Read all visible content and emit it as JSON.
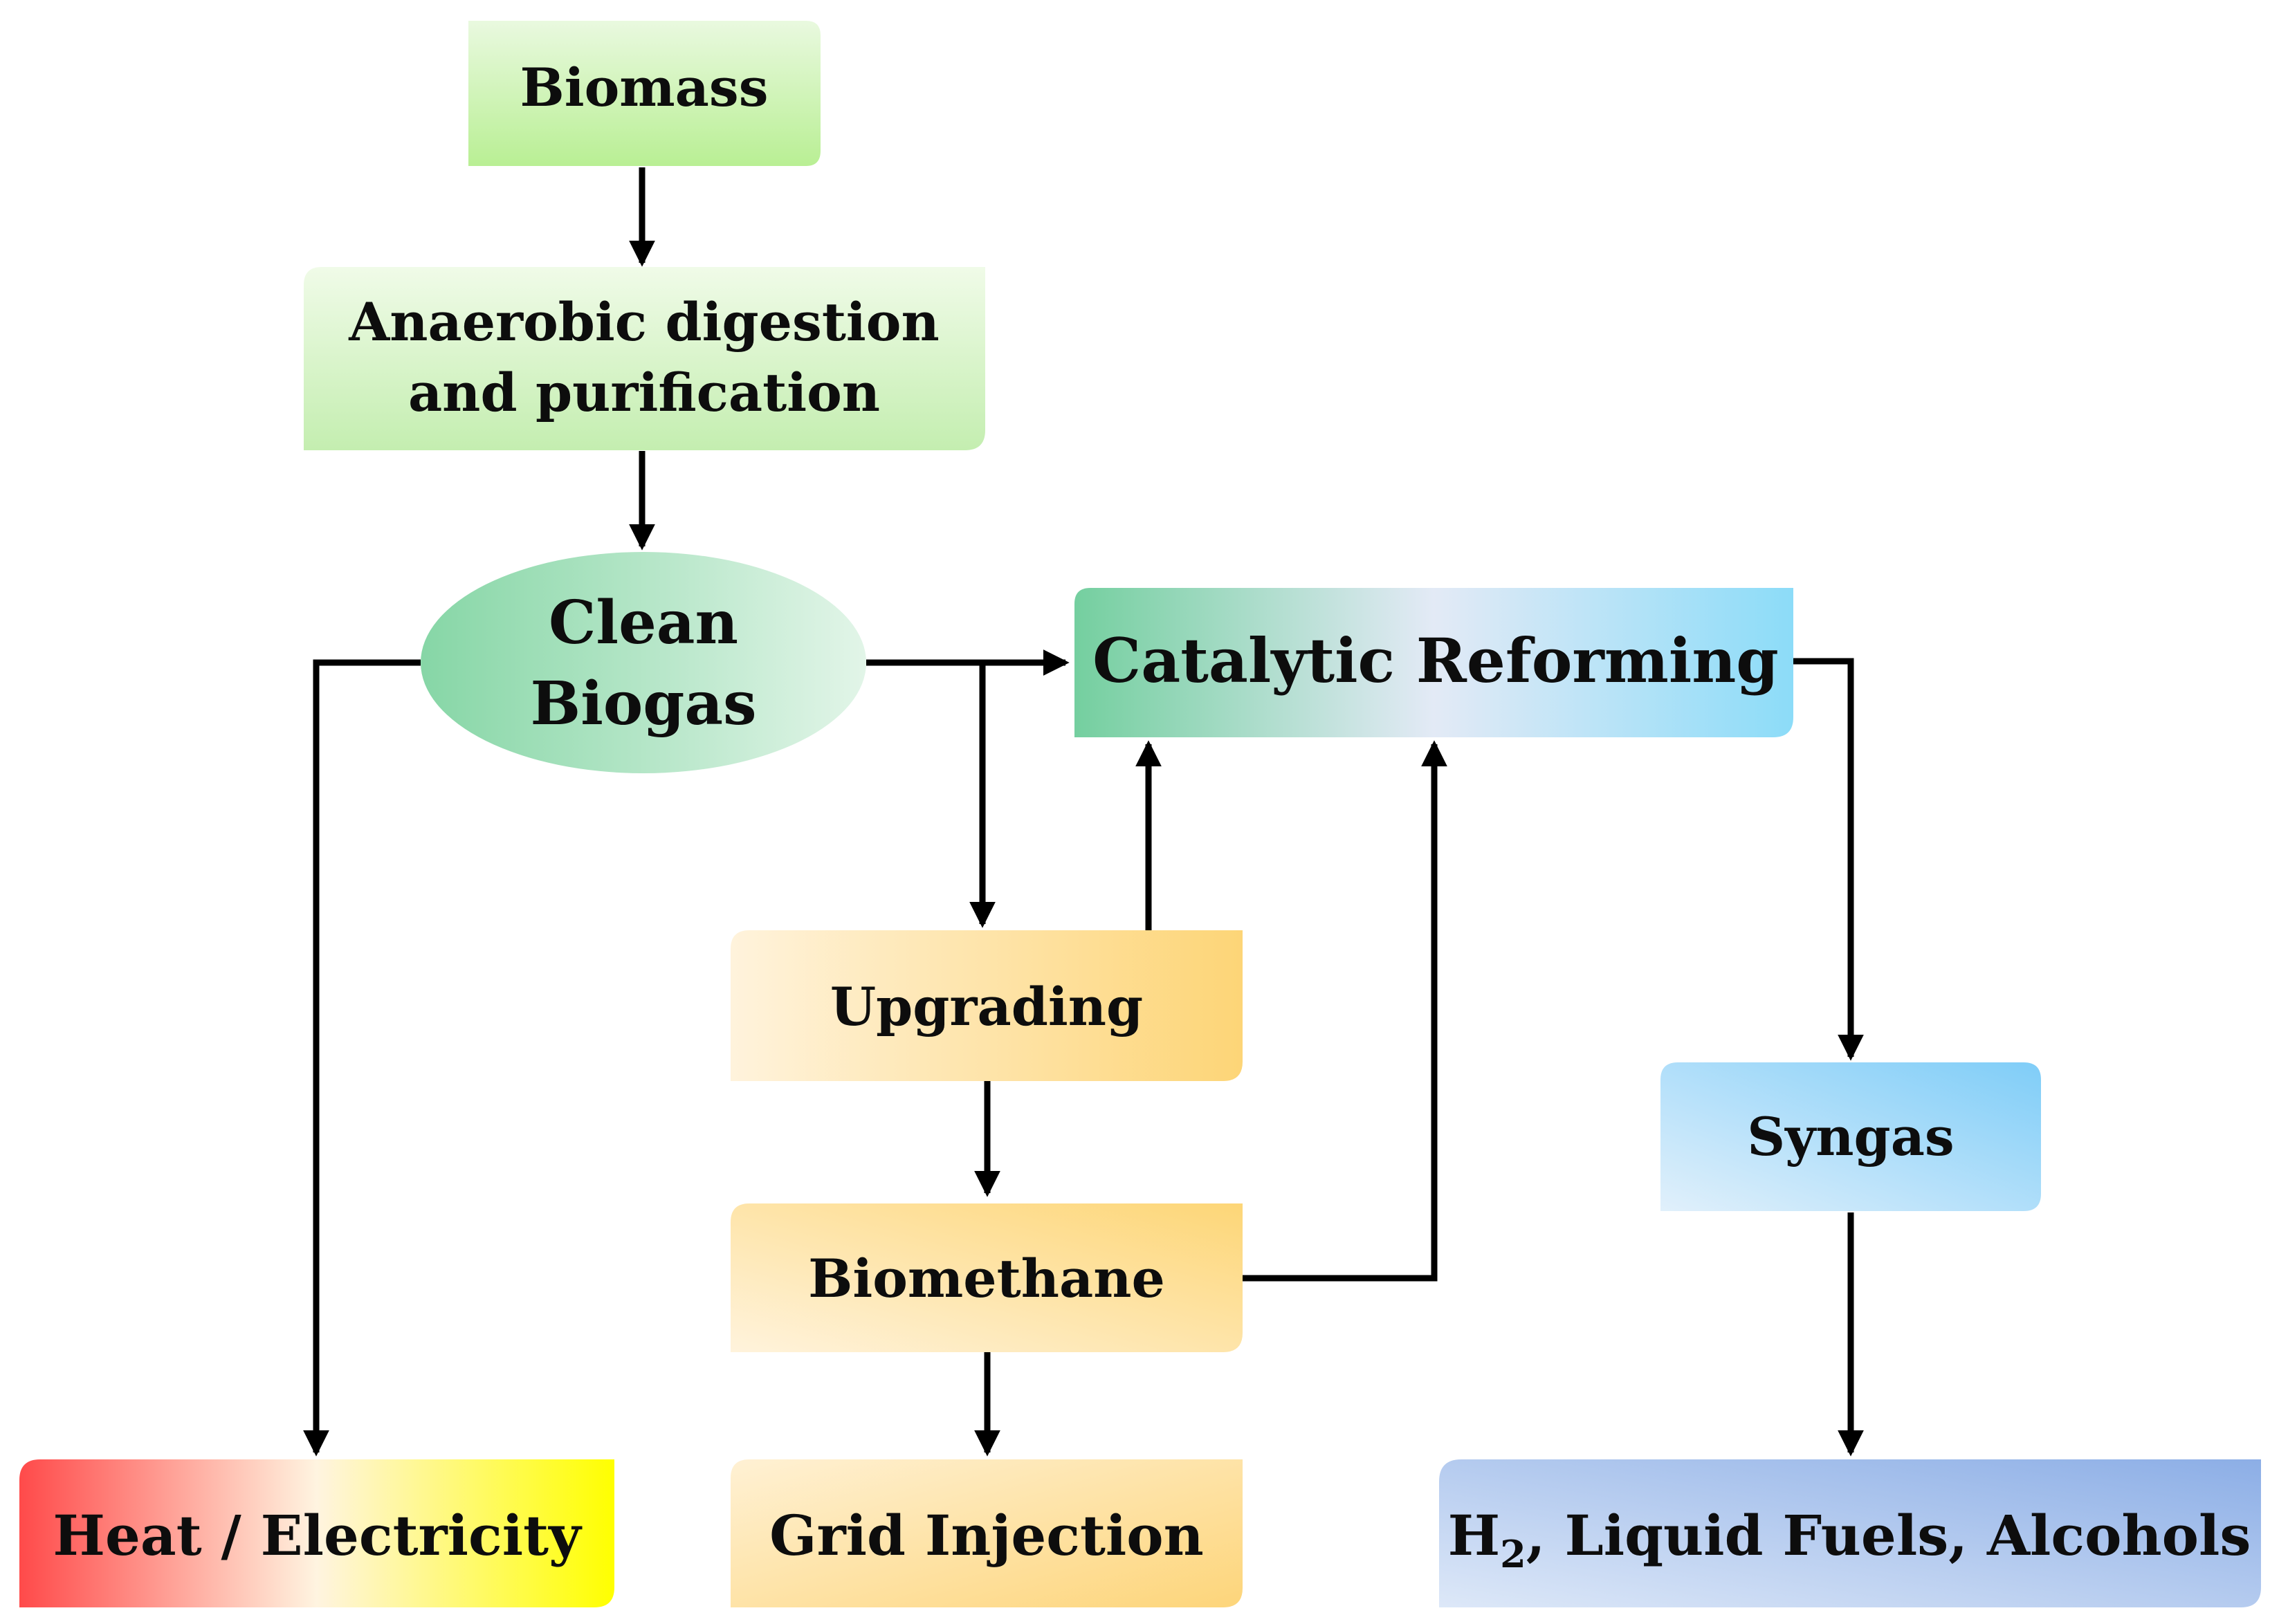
{
  "nodes": {
    "biomass": {
      "label": "Biomass"
    },
    "anaerobic": {
      "line1": "Anaerobic digestion",
      "line2": "and purification"
    },
    "clean_biogas": {
      "line1": "Clean",
      "line2": "Biogas"
    },
    "catalytic_reforming": {
      "label": "Catalytic Reforming"
    },
    "upgrading": {
      "label": "Upgrading"
    },
    "biomethane": {
      "label": "Biomethane"
    },
    "syngas": {
      "label": "Syngas"
    },
    "heat_electricity": {
      "label": "Heat / Electricity"
    },
    "grid_injection": {
      "label": "Grid Injection"
    },
    "h2_fuels": {
      "prefix": "H",
      "subscript": "2",
      "suffix": ", Liquid Fuels, Alcohols"
    }
  },
  "colors": {
    "green_light": "#e6f8da",
    "green": "#bdf29a",
    "mint": "#7dd3a6",
    "sky": "#8fdcf8",
    "orange_light": "#fff1d8",
    "orange": "#fdd77a",
    "red": "#ff4b4b",
    "yellow": "#ffff00",
    "blue_light": "#d8e5f6",
    "blue": "#8eaee6"
  },
  "edges": [
    {
      "from": "biomass",
      "to": "anaerobic"
    },
    {
      "from": "anaerobic",
      "to": "clean_biogas"
    },
    {
      "from": "clean_biogas",
      "to": "catalytic_reforming"
    },
    {
      "from": "clean_biogas",
      "to": "upgrading"
    },
    {
      "from": "clean_biogas",
      "to": "heat_electricity"
    },
    {
      "from": "upgrading",
      "to": "catalytic_reforming"
    },
    {
      "from": "upgrading",
      "to": "biomethane"
    },
    {
      "from": "biomethane",
      "to": "catalytic_reforming"
    },
    {
      "from": "biomethane",
      "to": "grid_injection"
    },
    {
      "from": "catalytic_reforming",
      "to": "syngas"
    },
    {
      "from": "syngas",
      "to": "h2_fuels"
    }
  ]
}
